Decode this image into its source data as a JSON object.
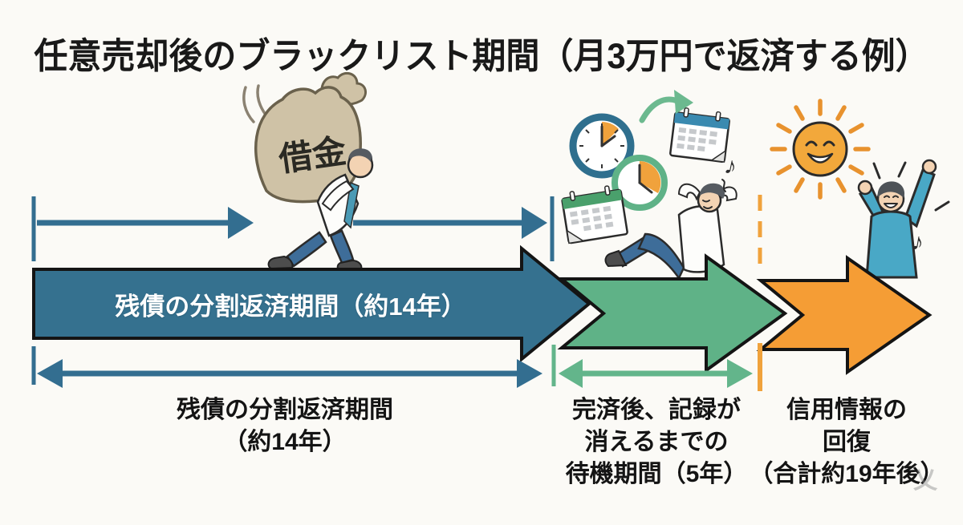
{
  "title": "任意売却後のブラックリスト期間（月3万円で返済する例）",
  "main_arrow": {
    "label": "残債の分割返済期間（約14年）",
    "color": "#35718f"
  },
  "phases": {
    "repayment": {
      "color": "#35718f",
      "line1": "残債の分割返済期間",
      "line2": "（約14年）"
    },
    "waiting": {
      "color": "#5fb287",
      "line1": "完済後、記録が",
      "line2": "消えるまでの",
      "line3": "待機期間（5年）"
    },
    "recovery": {
      "color": "#f59d35",
      "line1": "信用情報の",
      "line2": "回復",
      "line3": "（合計約19年後）"
    }
  },
  "illustrations": {
    "debt_sack_label": "借金",
    "music_note": "♪",
    "watermark": "乂"
  },
  "colors": {
    "background": "#fbfaf6",
    "teal_arrow": "#35718f",
    "teal_measure": "#336e90",
    "green_arrow": "#5fb287",
    "green_measure": "#63b58b",
    "orange_arrow": "#f59d35",
    "orange_measure": "#f0a23c",
    "outline": "#141414",
    "text": "#141414",
    "arrow_text": "#ffffff"
  }
}
